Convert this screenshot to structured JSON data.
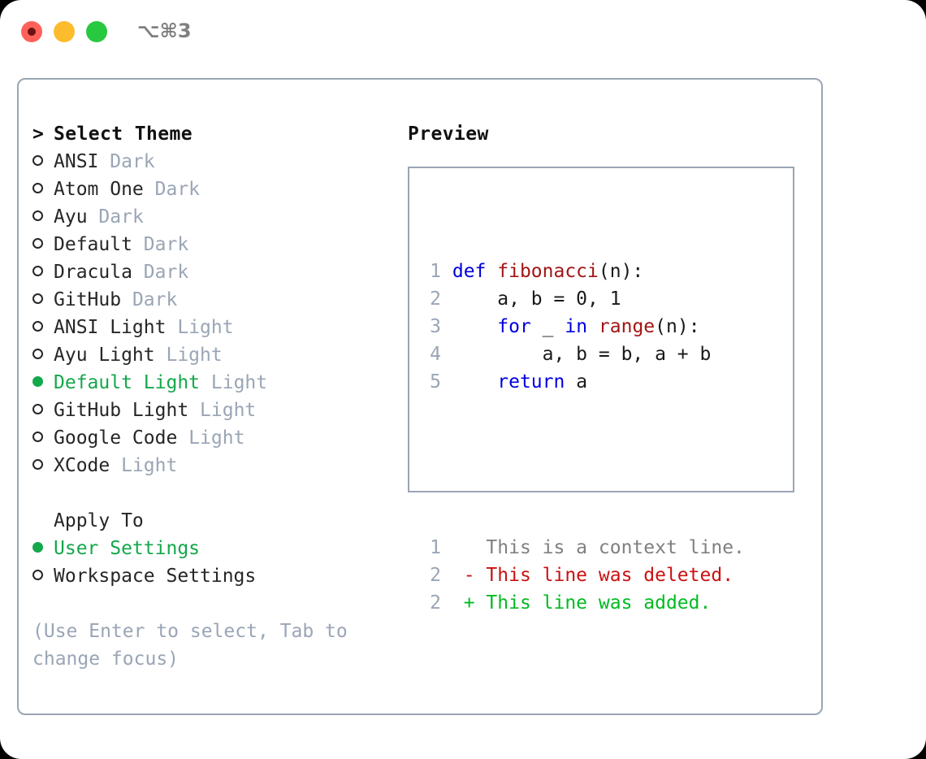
{
  "titlebar": {
    "shortcut": "⌥⌘3",
    "buttons": [
      {
        "name": "close",
        "color": "#ff6059"
      },
      {
        "name": "minimize",
        "color": "#fdbc2d"
      },
      {
        "name": "maximize",
        "color": "#28c840"
      }
    ]
  },
  "theme_picker": {
    "header_marker": ">",
    "header": "Select Theme",
    "unselected_marker": "○",
    "selected_marker": "●",
    "items": [
      {
        "label": "ANSI",
        "variant": "Dark",
        "selected": false
      },
      {
        "label": "Atom One",
        "variant": "Dark",
        "selected": false
      },
      {
        "label": "Ayu",
        "variant": "Dark",
        "selected": false
      },
      {
        "label": "Default",
        "variant": "Dark",
        "selected": false
      },
      {
        "label": "Dracula",
        "variant": "Dark",
        "selected": false
      },
      {
        "label": "GitHub",
        "variant": "Dark",
        "selected": false
      },
      {
        "label": "ANSI Light",
        "variant": "Light",
        "selected": false
      },
      {
        "label": "Ayu Light",
        "variant": "Light",
        "selected": false
      },
      {
        "label": "Default Light",
        "variant": "Light",
        "selected": true
      },
      {
        "label": "GitHub Light",
        "variant": "Light",
        "selected": false
      },
      {
        "label": "Google Code",
        "variant": "Light",
        "selected": false
      },
      {
        "label": "XCode",
        "variant": "Light",
        "selected": false
      }
    ]
  },
  "apply_to": {
    "header": "Apply To",
    "items": [
      {
        "label": "User Settings",
        "selected": true
      },
      {
        "label": "Workspace Settings",
        "selected": false
      }
    ]
  },
  "hint": "(Use Enter to select, Tab to change focus)",
  "preview": {
    "title": "Preview",
    "code_lines": [
      {
        "num": "1",
        "tokens": [
          {
            "t": "def ",
            "c": "kw"
          },
          {
            "t": "fibonacci",
            "c": "fn"
          },
          {
            "t": "(n):",
            "c": "pl"
          }
        ]
      },
      {
        "num": "2",
        "tokens": [
          {
            "t": "    a, b = 0, 1",
            "c": "pl"
          }
        ]
      },
      {
        "num": "3",
        "tokens": [
          {
            "t": "    ",
            "c": "pl"
          },
          {
            "t": "for",
            "c": "kw"
          },
          {
            "t": " _ ",
            "c": "pl"
          },
          {
            "t": "in",
            "c": "kw"
          },
          {
            "t": " ",
            "c": "pl"
          },
          {
            "t": "range",
            "c": "fn"
          },
          {
            "t": "(n):",
            "c": "pl"
          }
        ]
      },
      {
        "num": "4",
        "tokens": [
          {
            "t": "        a, b = b, a + b",
            "c": "pl"
          }
        ]
      },
      {
        "num": "5",
        "tokens": [
          {
            "t": "    ",
            "c": "pl"
          },
          {
            "t": "return",
            "c": "kw"
          },
          {
            "t": " a",
            "c": "pl"
          }
        ]
      }
    ],
    "diff_lines": [
      {
        "num": "1",
        "sign": "  ",
        "text": "This is a context line.",
        "kind": "ctx"
      },
      {
        "num": "2",
        "sign": "- ",
        "text": "This line was deleted.",
        "kind": "del"
      },
      {
        "num": "2",
        "sign": "+ ",
        "text": "This line was added.",
        "kind": "add"
      }
    ]
  },
  "colors": {
    "accent_green": "#13a84a",
    "muted": "#9aa5b5",
    "keyword": "#0000e0",
    "function": "#a31515",
    "diff_deleted": "#cc1111",
    "diff_added": "#00bb22",
    "border": "#9aa5b5"
  }
}
